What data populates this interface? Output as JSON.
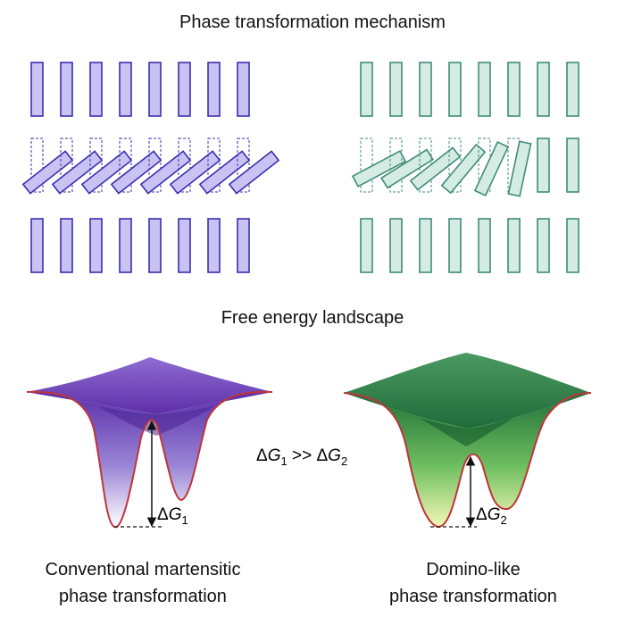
{
  "title_mechanism": "Phase transformation mechanism",
  "title_landscape": "Free energy landscape",
  "comparison": {
    "delta": "Δ",
    "g": "G",
    "sub1": "1",
    "sub2": "2",
    "relation": " >> "
  },
  "left_barrier": {
    "delta": "Δ",
    "g": "G",
    "sub": "1"
  },
  "right_barrier": {
    "delta": "Δ",
    "g": "G",
    "sub": "2"
  },
  "caption_left": {
    "line1": "Conventional martensitic",
    "line2": "phase transformation"
  },
  "caption_right": {
    "line1": "Domino-like",
    "line2": "phase transformation"
  },
  "colors": {
    "purple_fill": "#c9c3f3",
    "purple_stroke": "#3a2fb0",
    "green_fill": "#d5ece3",
    "green_stroke": "#3f8c78",
    "purple_surface": "#6a3bb0",
    "green_surface": "#2e8a4a",
    "curve_red": "#c0343a"
  }
}
